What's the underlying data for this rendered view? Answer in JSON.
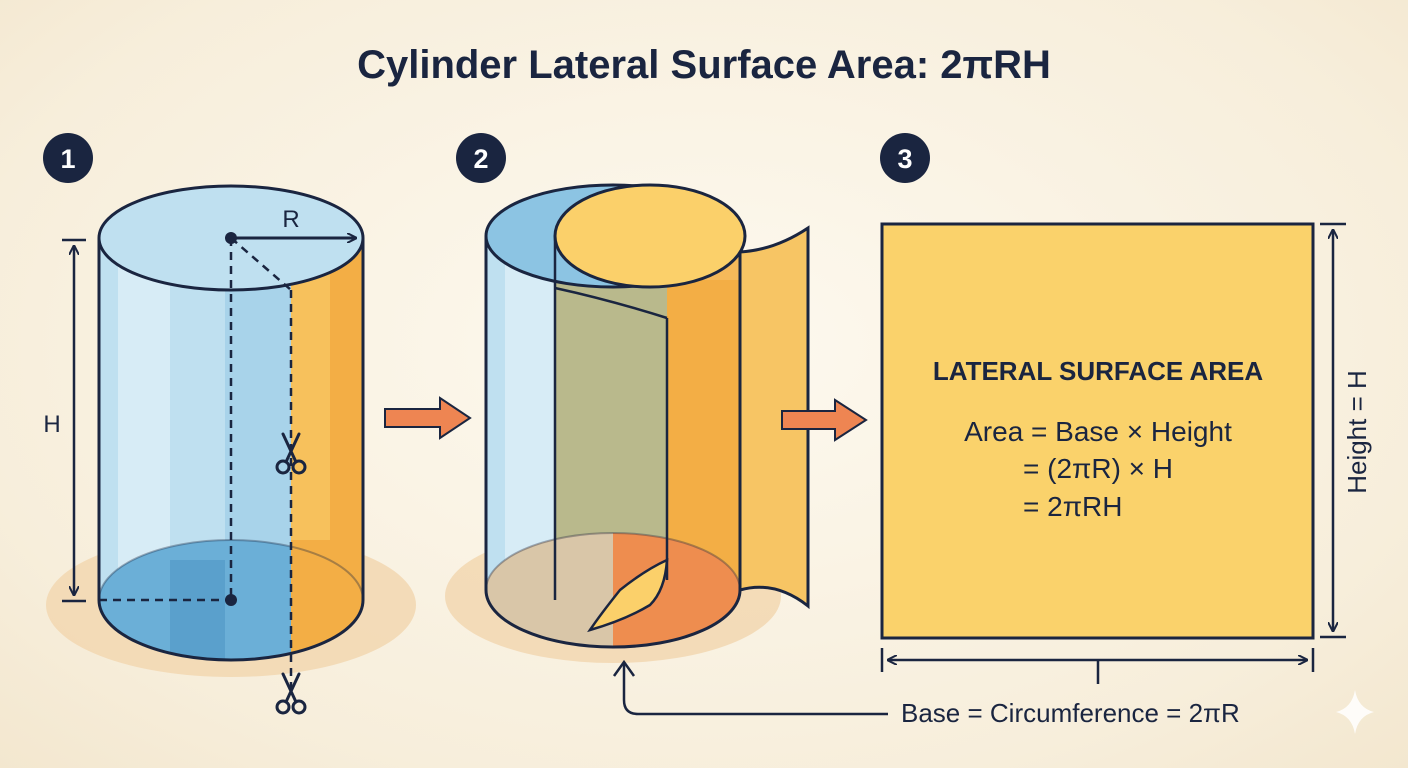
{
  "title": "Cylinder Lateral Surface Area: 2πRH",
  "steps": [
    {
      "number": "1"
    },
    {
      "number": "2"
    },
    {
      "number": "3"
    }
  ],
  "step1": {
    "radius_label": "R",
    "height_label": "H"
  },
  "step3": {
    "heading": "LATERAL SURFACE AREA",
    "formula_line1": "Area = Base × Height",
    "formula_line2": "= (2πR) × H",
    "formula_line3": "= 2πRH",
    "height_label": "Height = H",
    "base_label": "Base = Circumference = 2πR"
  },
  "icons": {
    "scissors_top": "scissors-icon",
    "scissors_bottom": "scissors-icon",
    "arrow_1_to_2": "right-arrow-icon",
    "arrow_2_to_3": "right-arrow-icon",
    "sparkle": "sparkle-icon"
  },
  "colors": {
    "outline": "#1a2540",
    "blue_light": "#bfe0f0",
    "blue_mid": "#8cc4e3",
    "blue_dark": "#6bafd7",
    "orange_light": "#fbd06a",
    "orange_mid": "#f5b447",
    "orange_dark": "#ee8d4f",
    "rectangle_fill": "#fad26b",
    "arrow": "#ee8552",
    "shadow": "#f2d7b0"
  }
}
